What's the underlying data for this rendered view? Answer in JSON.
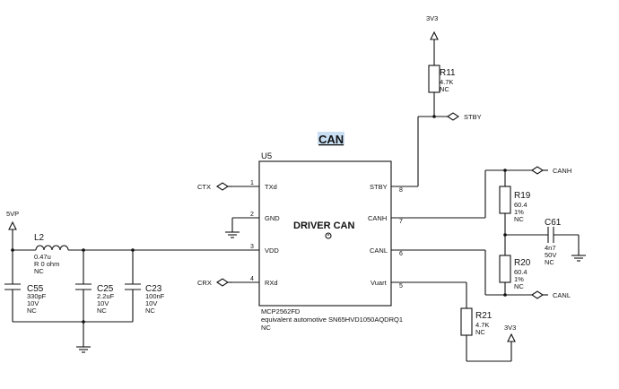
{
  "schematic": {
    "title": "CAN",
    "chip": {
      "ref": "U5",
      "center_label": "DRIVER CAN",
      "part": "MCP2562FD",
      "equivalent": "equivalent automotive SN65HVD1050AQDRQ1",
      "note": "NC",
      "pins_left": [
        {
          "num": "1",
          "name": "TXd"
        },
        {
          "num": "2",
          "name": "GND"
        },
        {
          "num": "3",
          "name": "VDD"
        },
        {
          "num": "4",
          "name": "RXd"
        }
      ],
      "pins_right": [
        {
          "num": "8",
          "name": "STBY"
        },
        {
          "num": "7",
          "name": "CANH"
        },
        {
          "num": "6",
          "name": "CANL"
        },
        {
          "num": "5",
          "name": "Vuart"
        }
      ]
    },
    "nets": {
      "ctx": "CTX",
      "crx": "CRX",
      "stby": "STBY",
      "canh": "CANH",
      "canl": "CANL",
      "pwr_3v3_top": "3V3",
      "pwr_3v3_bottom": "3V3",
      "pwr_5vp": "5VP"
    },
    "components": {
      "l2": {
        "ref": "L2",
        "value": "0.47u",
        "value2": "R 0 ohm",
        "note": "NC"
      },
      "c55": {
        "ref": "C55",
        "value": "330pF",
        "voltage": "10V",
        "note": "NC"
      },
      "c25": {
        "ref": "C25",
        "value": "2.2uF",
        "voltage": "10V",
        "note": "NC"
      },
      "c23": {
        "ref": "C23",
        "value": "100nF",
        "voltage": "10V",
        "note": "NC"
      },
      "r11": {
        "ref": "R11",
        "value": "4.7K",
        "note": "NC"
      },
      "r19": {
        "ref": "R19",
        "value": "60.4",
        "tol": "1%",
        "note": "NC"
      },
      "r20": {
        "ref": "R20",
        "value": "60.4",
        "tol": "1%",
        "note": "NC"
      },
      "c61": {
        "ref": "C61",
        "value": "4n7",
        "voltage": "50V",
        "note": "NC"
      },
      "r21": {
        "ref": "R21",
        "value": "4.7K",
        "note": "NC"
      }
    }
  }
}
